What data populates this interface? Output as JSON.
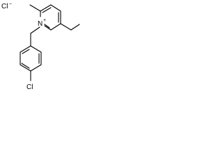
{
  "molecule": {
    "counterion": "Cl",
    "counterion_charge": "−",
    "ring_nitrogen": "N",
    "nitrogen_charge": "+",
    "aryl_chlorine": "Cl"
  },
  "colors": {
    "bond": "#000000",
    "label": "#000000",
    "background": "#ffffff"
  }
}
